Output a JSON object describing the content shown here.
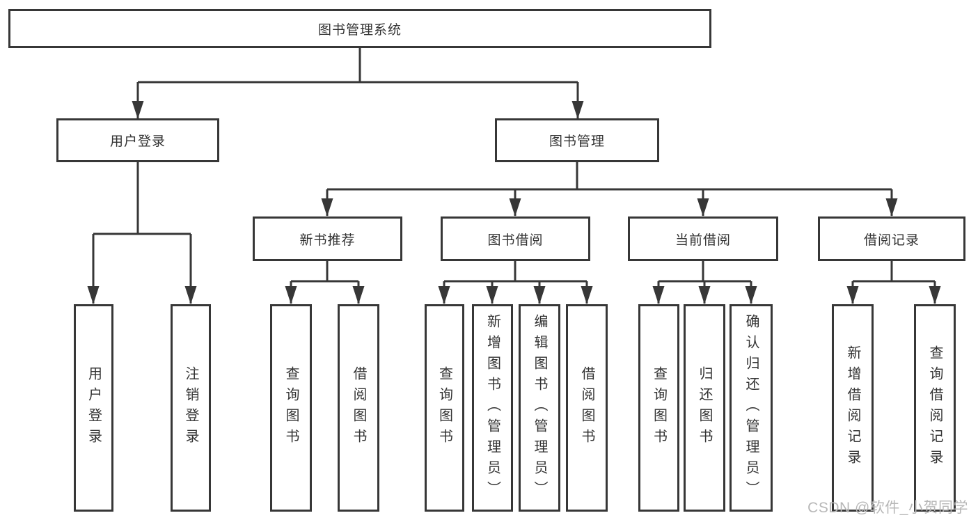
{
  "tree": {
    "root": {
      "label": "图书管理系统"
    },
    "branches": [
      {
        "label": "用户登录",
        "children": [
          {
            "label": "用户登录"
          },
          {
            "label": "注销登录"
          }
        ]
      },
      {
        "label": "图书管理",
        "children": [
          {
            "label": "新书推荐",
            "children": [
              {
                "label": "查询图书"
              },
              {
                "label": "借阅图书"
              }
            ]
          },
          {
            "label": "图书借阅",
            "children": [
              {
                "label": "查询图书"
              },
              {
                "label": "新增图书（管理员）"
              },
              {
                "label": "编辑图书（管理员）"
              },
              {
                "label": "借阅图书"
              }
            ]
          },
          {
            "label": "当前借阅",
            "children": [
              {
                "label": "查询图书"
              },
              {
                "label": "归还图书"
              },
              {
                "label": "确认归还（管理员）"
              }
            ]
          },
          {
            "label": "借阅记录",
            "children": [
              {
                "label": "新增借阅记录"
              },
              {
                "label": "查询借阅记录"
              }
            ]
          }
        ]
      }
    ]
  },
  "watermark": {
    "text": "CSDN @软件_小贺同学"
  },
  "colors": {
    "line": "#373737",
    "box_border": "#373737",
    "box_background": "#ffffff",
    "label_text": "#333333",
    "watermark_text": "#b7b7b7",
    "page_background": "#ffffff"
  }
}
